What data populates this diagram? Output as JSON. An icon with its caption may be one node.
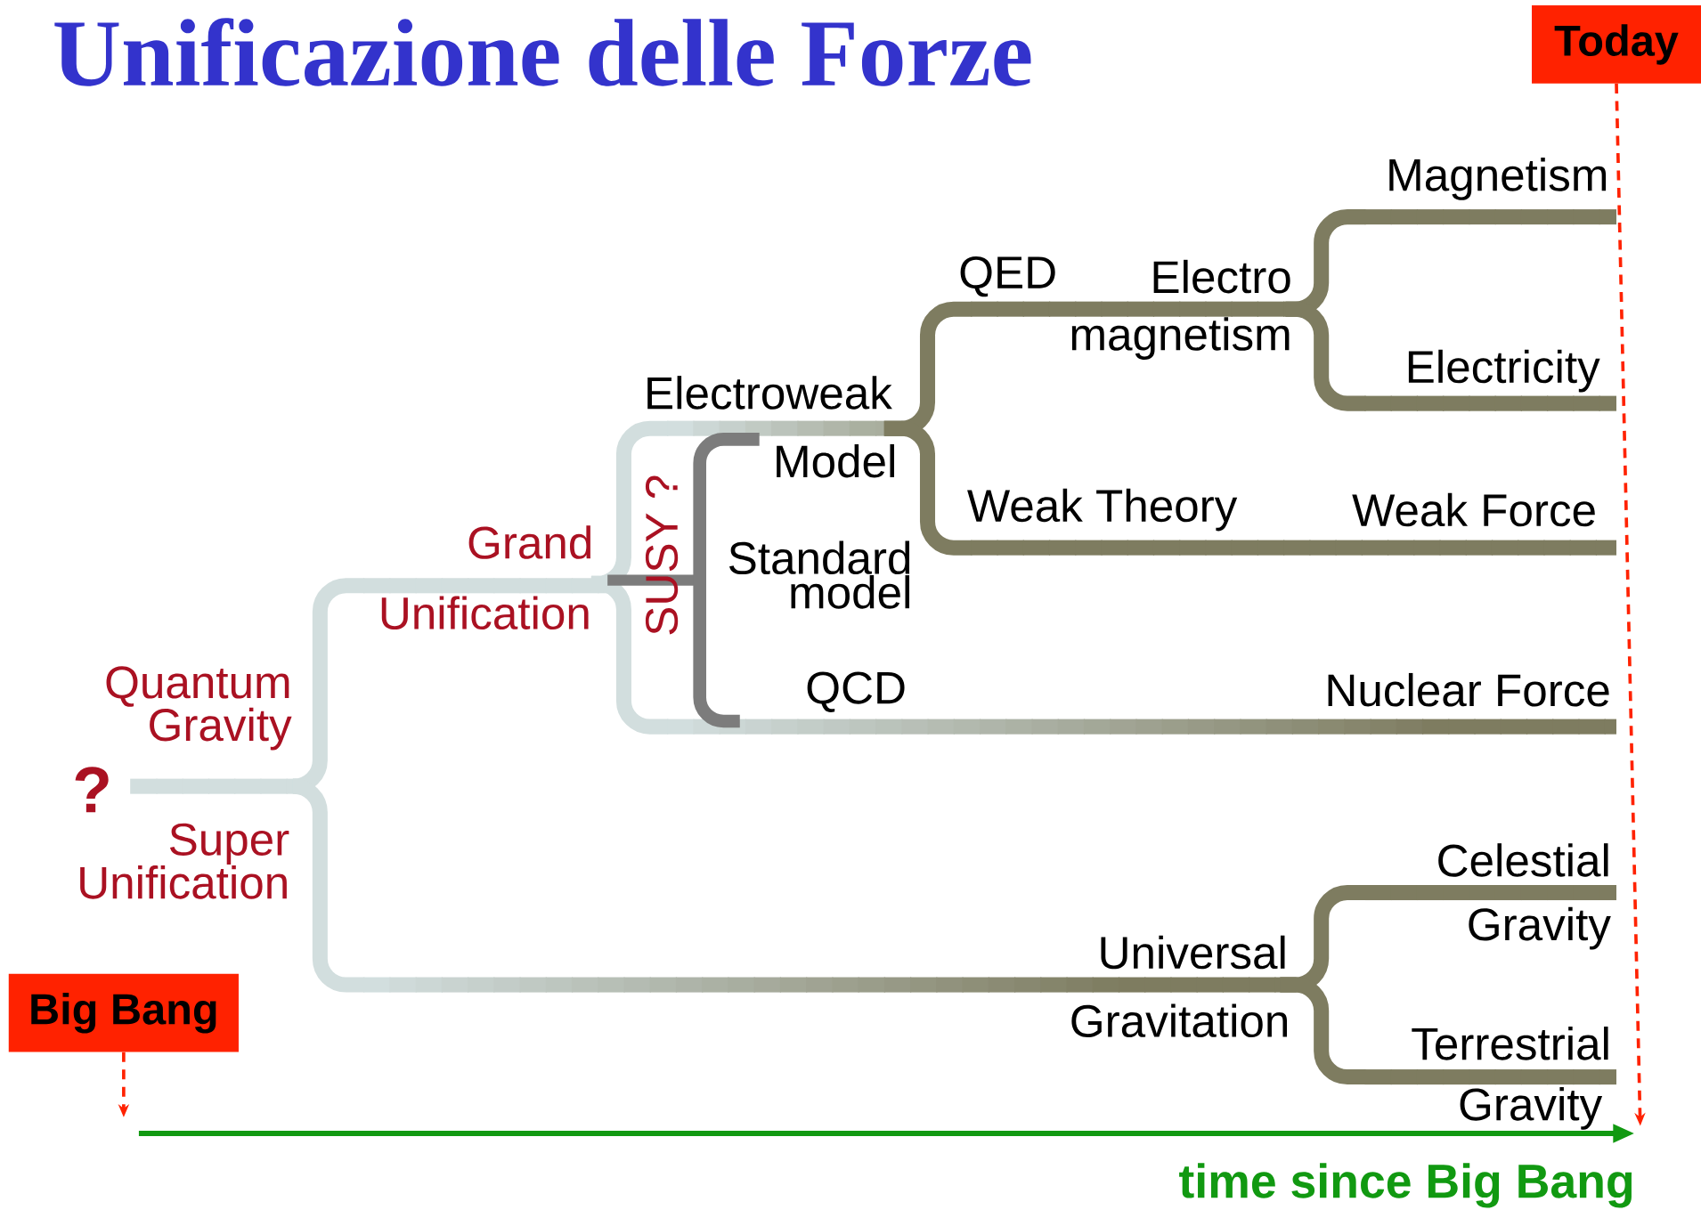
{
  "diagram": {
    "title": "Unificazione delle Forze",
    "nodes": [
      {
        "text": [
          "Big Bang"
        ]
      },
      {
        "text": [
          "Today"
        ]
      }
    ],
    "edges": [
      {
        "from": 0,
        "to": null,
        "arrow": "to",
        "style": "dashed"
      },
      {
        "from": 1,
        "to": null,
        "arrow": "to",
        "style": "dashed"
      }
    ],
    "labels": [
      "Magnetism",
      "QED",
      "Electro",
      "magnetism",
      "Electricity",
      "Electroweak",
      "Model",
      "Weak Theory",
      "Weak Force",
      "Grand",
      "Standard model",
      "SUSY ?",
      "Unification",
      "Quantum Gravity",
      "QCD",
      "Nuclear Force",
      "?",
      "Super Unification",
      "Celestial",
      "Universal",
      "Gravity",
      "Gravitation",
      "Terrestrial",
      "Gravity",
      "time since Big Bang"
    ]
  }
}
